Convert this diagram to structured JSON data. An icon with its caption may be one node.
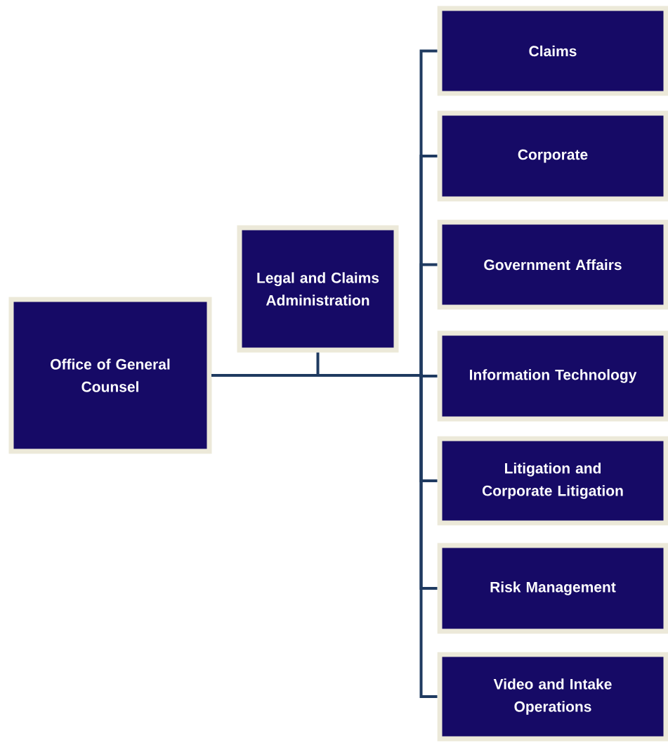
{
  "diagram": {
    "nodes": [
      {
        "text": [
          "Office of General Counsel"
        ]
      },
      {
        "text": [
          "Legal and Claims Administration"
        ]
      },
      {
        "text": [
          "Claims"
        ]
      },
      {
        "text": [
          "Corporate"
        ]
      },
      {
        "text": [
          "Government Affairs"
        ]
      },
      {
        "text": [
          "Information Technology"
        ]
      },
      {
        "text": [
          "Litigation and Corporate Litigation"
        ]
      },
      {
        "text": [
          "Risk Management"
        ]
      },
      {
        "text": [
          "Video and Intake Operations"
        ]
      }
    ],
    "edges": [
      {
        "from": 0,
        "to": 1,
        "arrow": "none"
      },
      {
        "from": 0,
        "to": 2,
        "arrow": "none"
      },
      {
        "from": 0,
        "to": 3,
        "arrow": "none"
      },
      {
        "from": 0,
        "to": 4,
        "arrow": "none"
      },
      {
        "from": 0,
        "to": 5,
        "arrow": "none"
      },
      {
        "from": 0,
        "to": 6,
        "arrow": "none"
      },
      {
        "from": 0,
        "to": 7,
        "arrow": "none"
      },
      {
        "from": 0,
        "to": 8,
        "arrow": "none"
      }
    ]
  }
}
